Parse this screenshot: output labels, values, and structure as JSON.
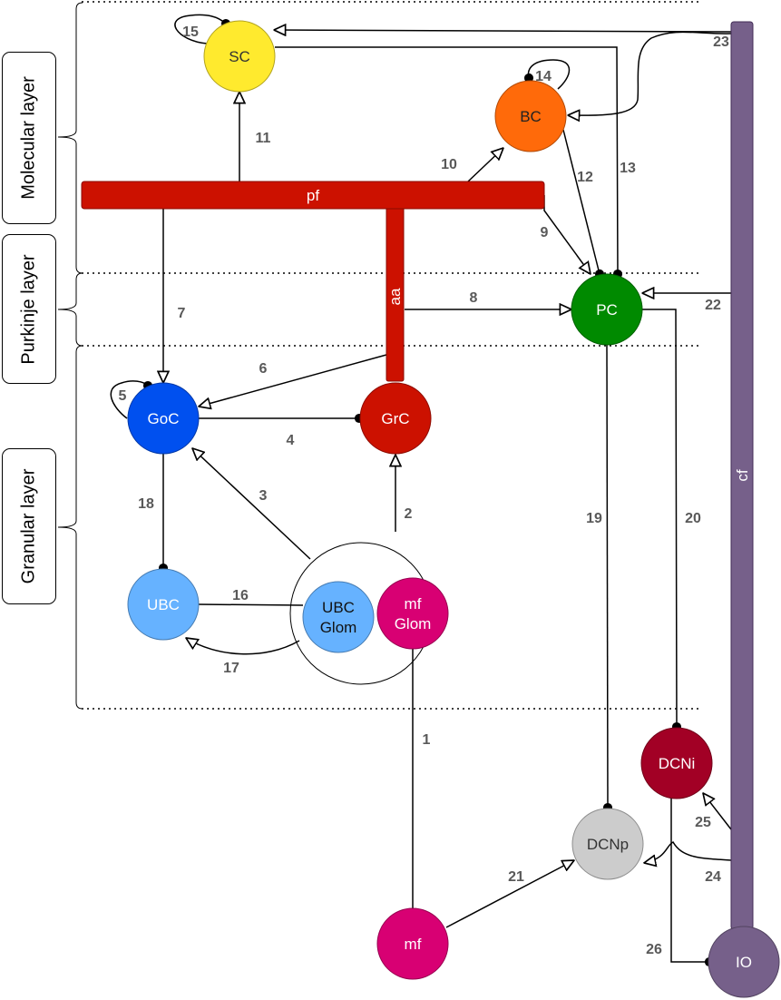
{
  "layers": [
    {
      "id": "molecular",
      "label": "Molecular layer"
    },
    {
      "id": "purkinje",
      "label": "Purkinje layer"
    },
    {
      "id": "granular",
      "label": "Granular layer"
    }
  ],
  "bars": {
    "pf": "pf",
    "aa": "aa",
    "cf": "cf"
  },
  "nodes": [
    {
      "id": "SC",
      "lines": [
        "SC"
      ],
      "color": "#FFEA2E",
      "text_color": "#333333"
    },
    {
      "id": "BC",
      "lines": [
        "BC"
      ],
      "color": "#FF6A0A",
      "text_color": "#222222"
    },
    {
      "id": "PC",
      "lines": [
        "PC"
      ],
      "color": "#008A00",
      "text_color": "#ffffff"
    },
    {
      "id": "GoC",
      "lines": [
        "GoC"
      ],
      "color": "#0050EF",
      "text_color": "#ffffff"
    },
    {
      "id": "GrC",
      "lines": [
        "GrC"
      ],
      "color": "#CC1100",
      "text_color": "#ffffff"
    },
    {
      "id": "UBC",
      "lines": [
        "UBC"
      ],
      "color": "#66B2FF",
      "text_color": "#ffffff"
    },
    {
      "id": "UBCGlom",
      "lines": [
        "UBC",
        "Glom"
      ],
      "color": "#66B2FF",
      "text_color": "#111111"
    },
    {
      "id": "mfGlom",
      "lines": [
        "mf",
        "Glom"
      ],
      "color": "#D80073",
      "text_color": "#ffffff"
    },
    {
      "id": "DCNi",
      "lines": [
        "DCNi"
      ],
      "color": "#A20025",
      "text_color": "#ffffff"
    },
    {
      "id": "DCNp",
      "lines": [
        "DCNp"
      ],
      "color": "#CCCCCC",
      "text_color": "#333333"
    },
    {
      "id": "mf",
      "lines": [
        "mf"
      ],
      "color": "#D80073",
      "text_color": "#ffffff"
    },
    {
      "id": "IO",
      "lines": [
        "IO"
      ],
      "color": "#76608A",
      "text_color": "#ffffff"
    }
  ],
  "edges": [
    {
      "label": "1",
      "type": "plain"
    },
    {
      "label": "2",
      "type": "excitatory"
    },
    {
      "label": "3",
      "type": "excitatory"
    },
    {
      "label": "4",
      "type": "inhibitory"
    },
    {
      "label": "5",
      "type": "inhibitory"
    },
    {
      "label": "6",
      "type": "excitatory"
    },
    {
      "label": "7",
      "type": "excitatory"
    },
    {
      "label": "8",
      "type": "excitatory"
    },
    {
      "label": "9",
      "type": "excitatory"
    },
    {
      "label": "10",
      "type": "excitatory"
    },
    {
      "label": "11",
      "type": "excitatory"
    },
    {
      "label": "12",
      "type": "inhibitory"
    },
    {
      "label": "13",
      "type": "inhibitory"
    },
    {
      "label": "14",
      "type": "inhibitory"
    },
    {
      "label": "15",
      "type": "inhibitory"
    },
    {
      "label": "16",
      "type": "plain"
    },
    {
      "label": "17",
      "type": "excitatory"
    },
    {
      "label": "18",
      "type": "inhibitory"
    },
    {
      "label": "19",
      "type": "inhibitory"
    },
    {
      "label": "20",
      "type": "inhibitory"
    },
    {
      "label": "21",
      "type": "excitatory"
    },
    {
      "label": "22",
      "type": "excitatory"
    },
    {
      "label": "23",
      "type": "excitatory"
    },
    {
      "label": "24",
      "type": "excitatory"
    },
    {
      "label": "25",
      "type": "excitatory"
    },
    {
      "label": "26",
      "type": "inhibitory"
    }
  ]
}
